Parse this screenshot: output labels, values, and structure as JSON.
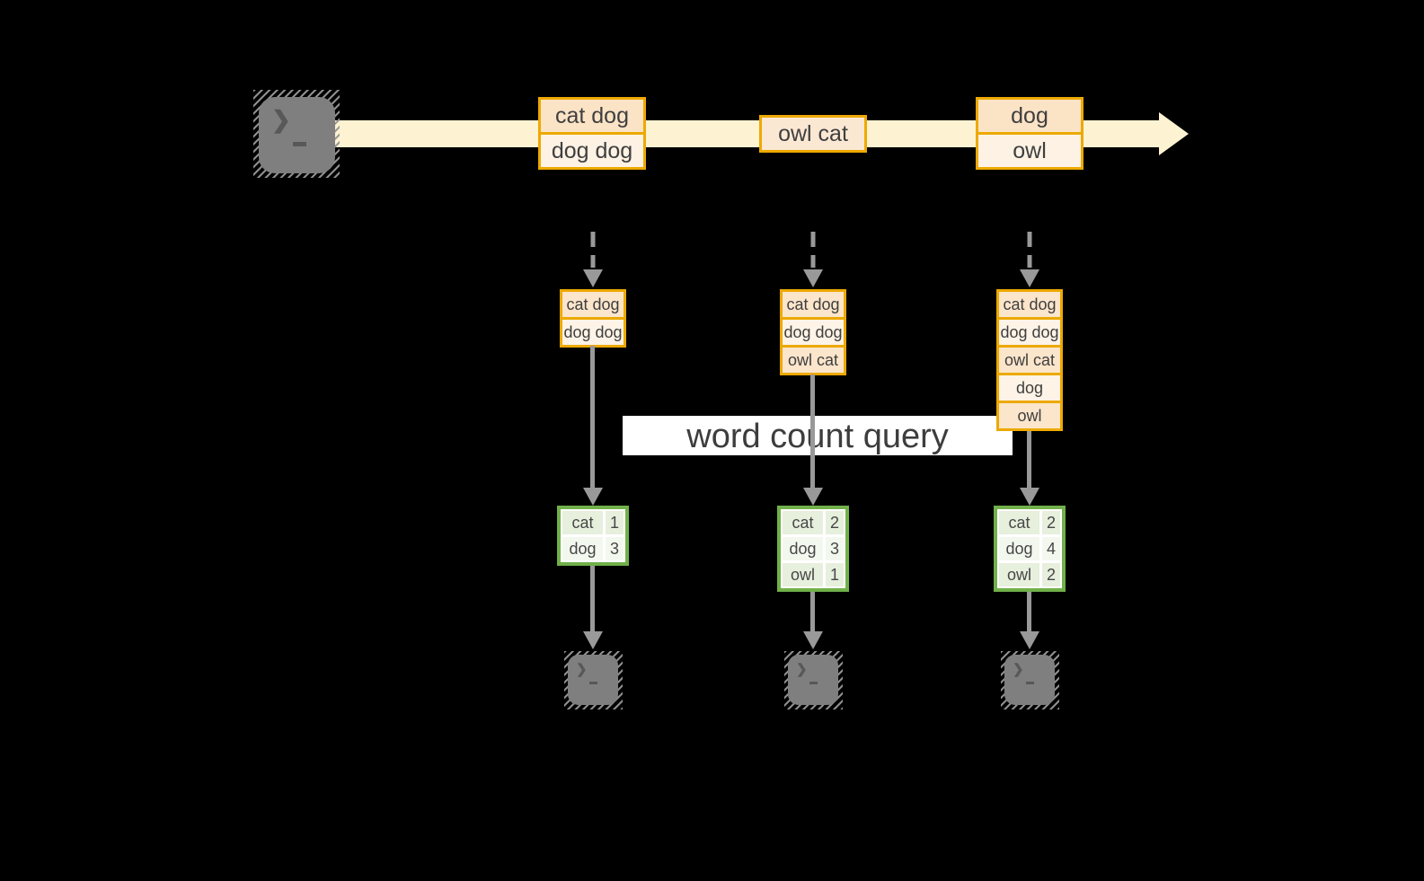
{
  "banner": {
    "label": "word count query"
  },
  "icons": {
    "terminal_glyph": "❯"
  },
  "timeline": {
    "events": [
      {
        "rows": [
          "cat dog",
          "dog dog"
        ]
      },
      {
        "rows": [
          "owl cat"
        ]
      },
      {
        "rows": [
          "dog",
          "owl"
        ]
      }
    ]
  },
  "buffers": [
    {
      "rows": [
        "cat dog",
        "dog dog"
      ]
    },
    {
      "rows": [
        "cat dog",
        "dog dog",
        "owl cat"
      ]
    },
    {
      "rows": [
        "cat dog",
        "dog dog",
        "owl cat",
        "dog",
        "owl"
      ]
    }
  ],
  "count_tables": [
    {
      "rows": [
        {
          "word": "cat",
          "count": "1"
        },
        {
          "word": "dog",
          "count": "3"
        }
      ]
    },
    {
      "rows": [
        {
          "word": "cat",
          "count": "2"
        },
        {
          "word": "dog",
          "count": "3"
        },
        {
          "word": "owl",
          "count": "1"
        }
      ]
    },
    {
      "rows": [
        {
          "word": "cat",
          "count": "2"
        },
        {
          "word": "dog",
          "count": "4"
        },
        {
          "word": "owl",
          "count": "2"
        }
      ]
    }
  ],
  "colors": {
    "accent_gold": "#EDA900",
    "peach_dark": "#FBE3C6",
    "peach_light": "#FDF2E4",
    "band_cream": "#FDF3D2",
    "green_border": "#71B04A",
    "green_fill": "#E7EFDD",
    "green_fill_alt": "#F3F8EF",
    "arrow_gray": "#999999",
    "terminal_gray": "#7F7F7F",
    "text_dark": "#3F3F3F",
    "banner_bg": "#FFFFFF",
    "background": "#000000"
  }
}
